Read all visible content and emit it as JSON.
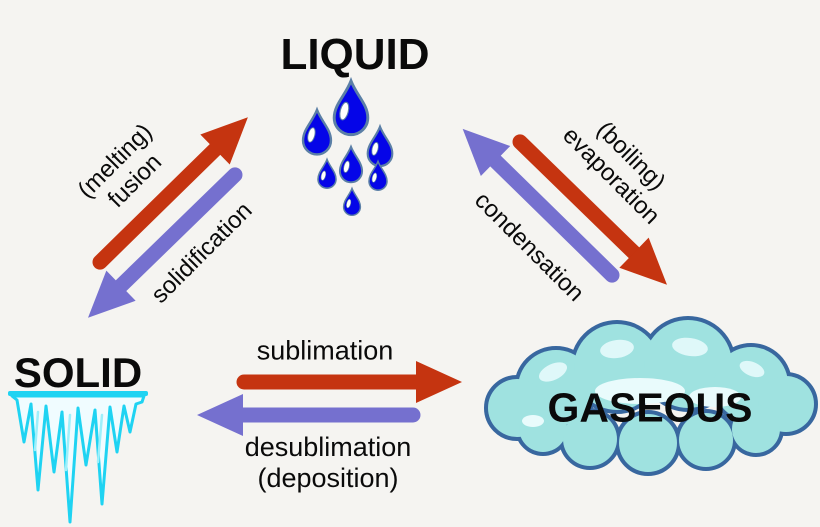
{
  "diagram": {
    "states": {
      "liquid": "LIQUID",
      "solid": "SOLID",
      "gaseous": "GASEOUS"
    },
    "transitions": {
      "fusion": [
        "(melting)",
        "fusion"
      ],
      "solidification": "solidification",
      "evaporation": [
        "(boiling)",
        "evaporation"
      ],
      "condensation": "condensation",
      "sublimation": "sublimation",
      "desublimation": [
        "desublimation",
        "(deposition)"
      ]
    },
    "colors": {
      "background": "#f5f4f1",
      "heating_arrow": "#c53410",
      "cooling_arrow": "#7570cf",
      "text": "#0a0a0a",
      "droplet_fill": "#0505e8",
      "droplet_outline": "#5b7fa6",
      "ice_outline": "#1fd3f2",
      "ice_fill": "#f0fcff",
      "cloud_fill": "#9fe2e0",
      "cloud_outline": "#38679f",
      "cloud_highlight": "#dff8f9",
      "cloud_highlight_soft": "#e9fbfc"
    }
  }
}
